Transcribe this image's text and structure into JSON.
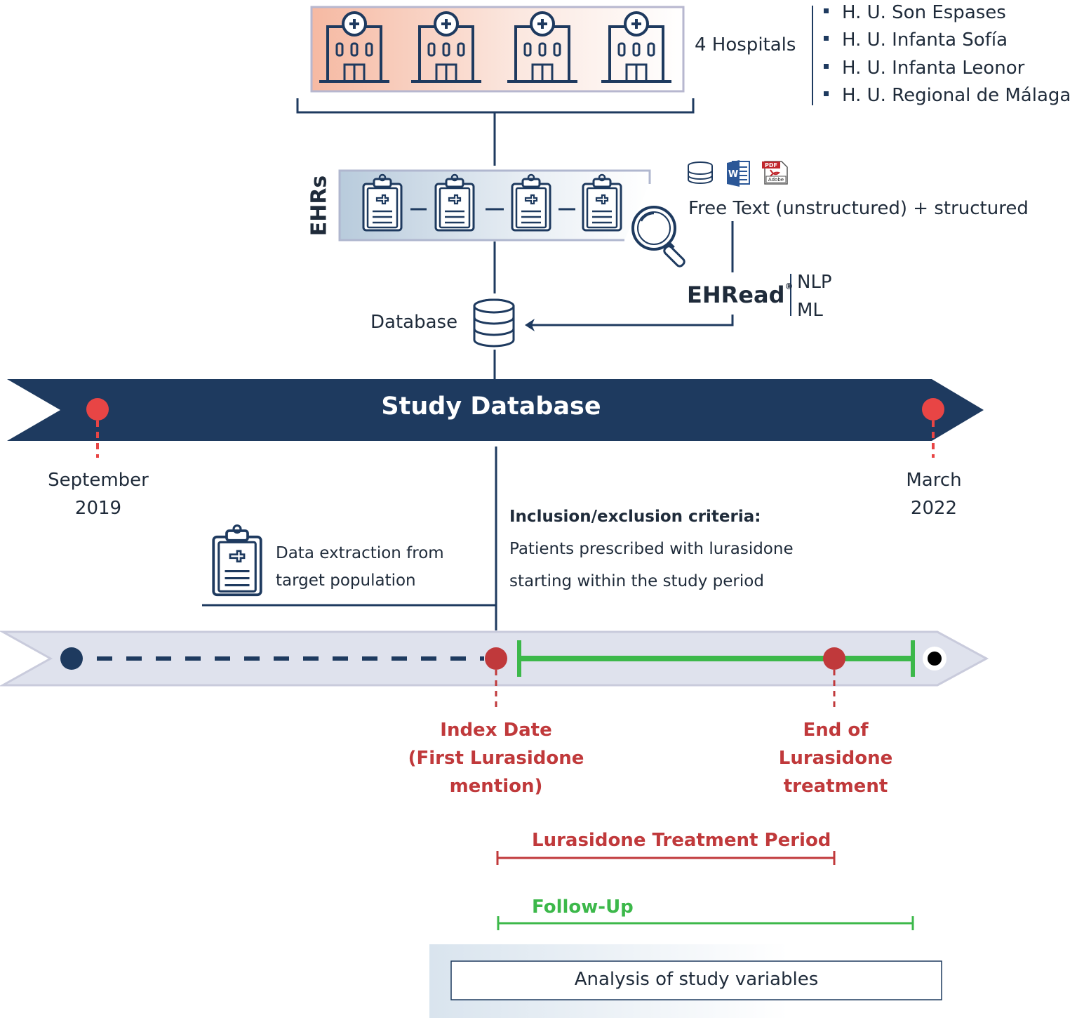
{
  "hospitals": {
    "label": "4 Hospitals",
    "list": [
      "H. U. Son Espases",
      "H. U. Infanta Sofía",
      "H. U. Infanta Leonor",
      "H. U. Regional de Málaga"
    ]
  },
  "ehr": {
    "label": "EHRs",
    "file_types": [
      "database-icon",
      "word-doc-icon",
      "pdf-icon"
    ],
    "pdf_badge": "PDF",
    "pdf_brand": "Adobe",
    "data_types": "Free Text (unstructured) + structured"
  },
  "ehread": {
    "name": "EHRead",
    "mark": "®",
    "methods": [
      "NLP",
      "ML"
    ]
  },
  "database": {
    "label": "Database"
  },
  "study_db": {
    "title": "Study Database",
    "start": [
      "September",
      "2019"
    ],
    "end": [
      "March",
      "2022"
    ]
  },
  "extraction": {
    "lines": [
      "Data extraction from",
      "target population"
    ]
  },
  "criteria": {
    "title": "Inclusion/exclusion criteria:",
    "lines": [
      "Patients prescribed with lurasidone",
      "starting within the study period"
    ]
  },
  "timeline": {
    "index_date": [
      "Index Date",
      "(First Lurasidone",
      "mention)"
    ],
    "end_treatment": [
      "End of",
      "Lurasidone",
      "treatment"
    ],
    "treatment_period": "Lurasidone Treatment Period",
    "follow_up": "Follow-Up"
  },
  "analysis": {
    "label": "Analysis of study variables"
  },
  "colors": {
    "navy": "#1e3a5f",
    "red": "#e84545",
    "dark_red": "#c0393b",
    "green": "#3cb84a",
    "light_band": "#dfe2ed",
    "peach": "#f6b9a2"
  }
}
